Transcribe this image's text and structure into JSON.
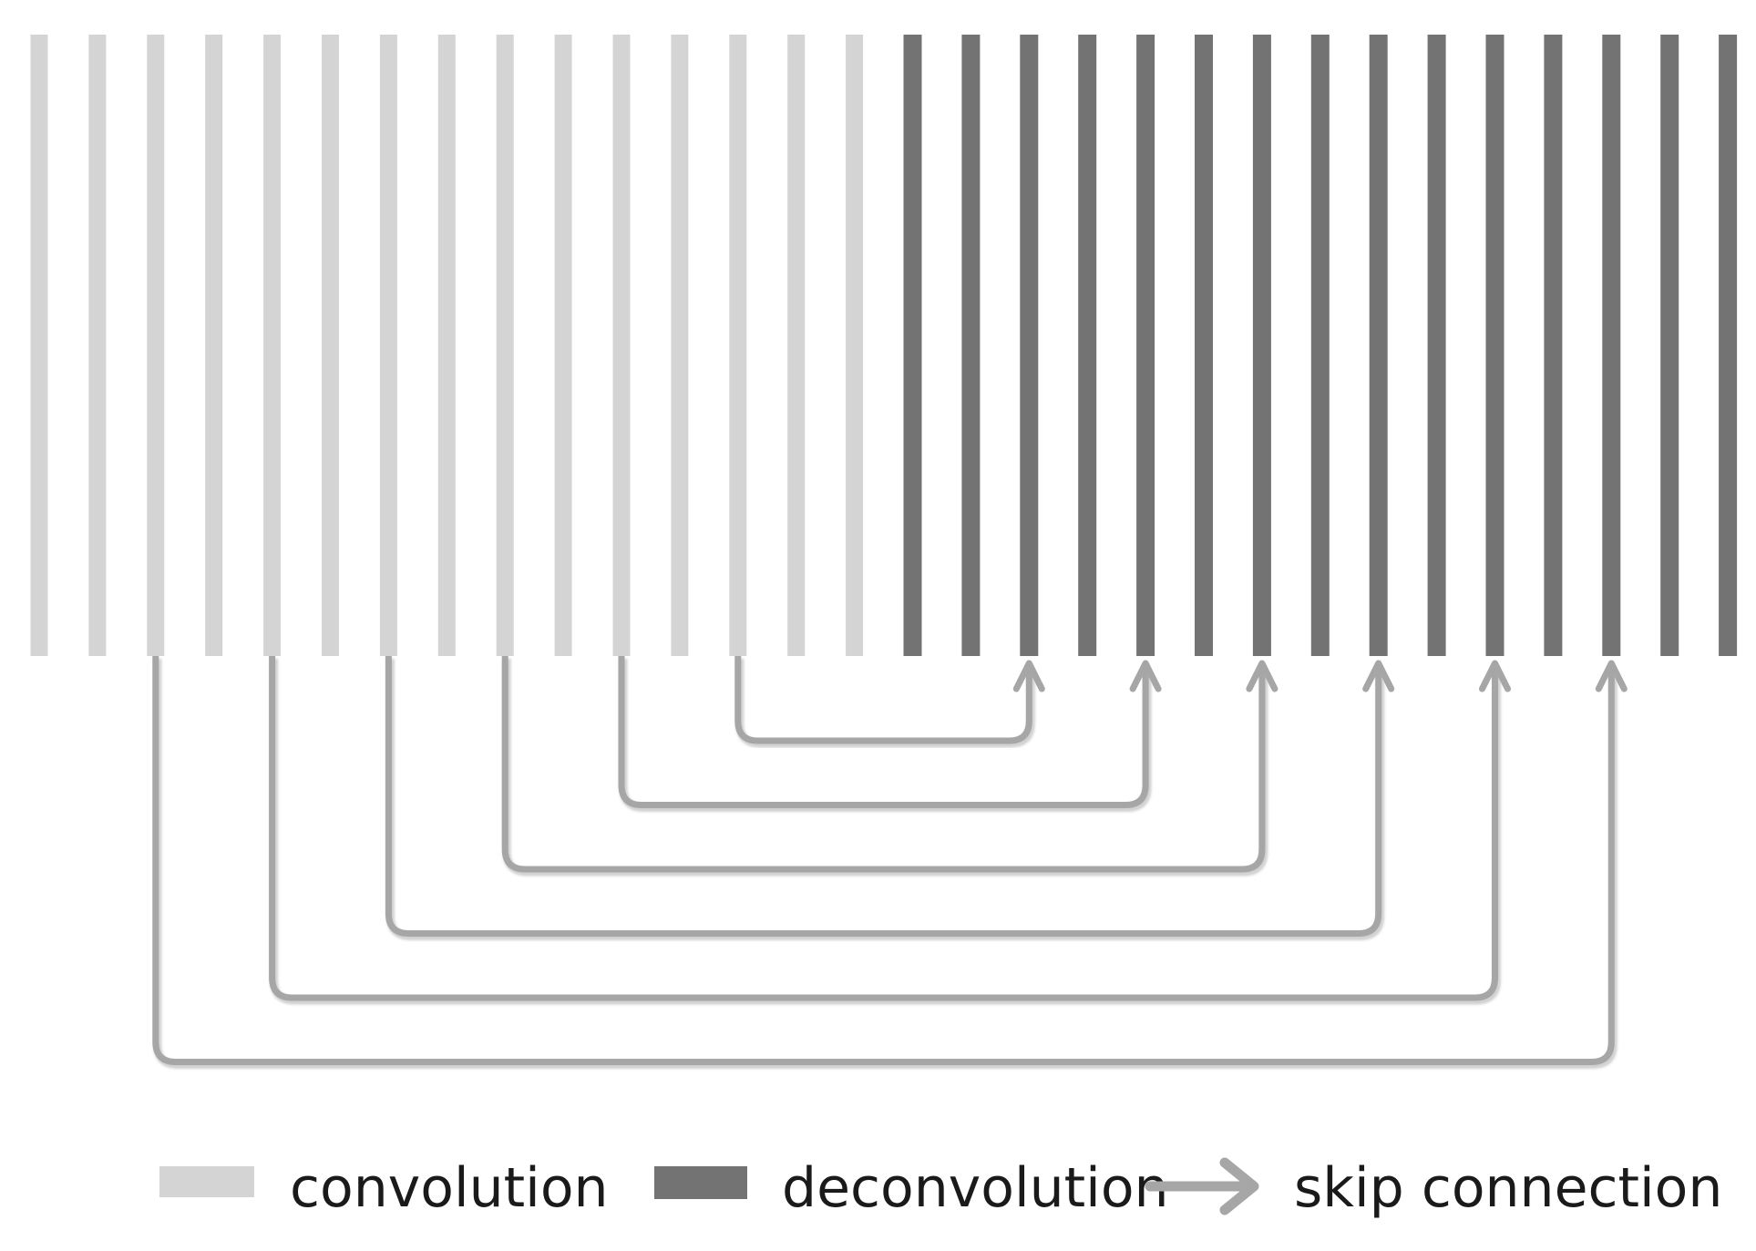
{
  "diagram": {
    "conv_layer_count": 15,
    "deconv_layer_count": 15,
    "colors": {
      "convolution": "#d4d4d4",
      "deconvolution": "#737373",
      "skip_connection": "#a6a6a6"
    },
    "skip_connections": [
      {
        "from_conv_layer": 13,
        "to_deconv_layer": 3
      },
      {
        "from_conv_layer": 11,
        "to_deconv_layer": 5
      },
      {
        "from_conv_layer": 9,
        "to_deconv_layer": 7
      },
      {
        "from_conv_layer": 7,
        "to_deconv_layer": 9
      },
      {
        "from_conv_layer": 5,
        "to_deconv_layer": 11
      },
      {
        "from_conv_layer": 3,
        "to_deconv_layer": 13
      }
    ]
  },
  "legend": {
    "convolution_label": "convolution",
    "deconvolution_label": "deconvolution",
    "skip_label": "skip connection"
  }
}
